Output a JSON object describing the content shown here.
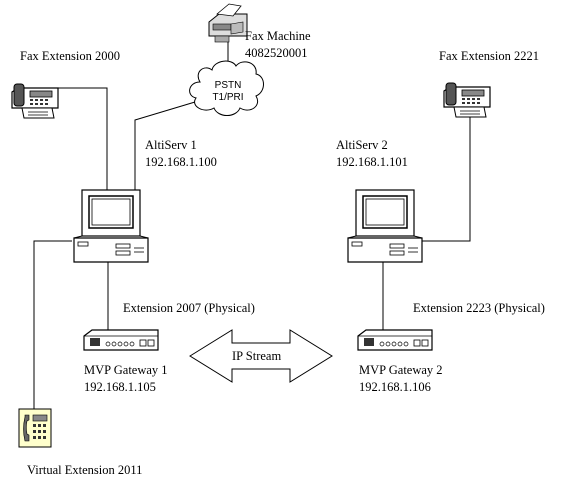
{
  "fax_machine": {
    "label": "Fax Machine",
    "number": "4082520001",
    "icon": "fax-machine-icon"
  },
  "pstn": {
    "line1": "PSTN",
    "line2": "T1/PRI",
    "icon": "cloud-icon"
  },
  "fax_ext_left": {
    "label": "Fax Extension 2000",
    "icon": "fax-icon"
  },
  "fax_ext_right": {
    "label": "Fax Extension 2221",
    "icon": "fax-icon"
  },
  "altiserv1": {
    "name": "AltiServ 1",
    "ip": "192.168.1.100",
    "icon": "computer-icon"
  },
  "altiserv2": {
    "name": "AltiServ 2",
    "ip": "192.168.1.101",
    "icon": "computer-icon"
  },
  "ext_left": {
    "label": "Extension 2007 (Physical)"
  },
  "ext_right": {
    "label": "Extension 2223 (Physical)"
  },
  "gateway1": {
    "name": "MVP Gateway 1",
    "ip": "192.168.1.105",
    "icon": "gateway-icon"
  },
  "gateway2": {
    "name": "MVP Gateway 2",
    "ip": "192.168.1.106",
    "icon": "gateway-icon"
  },
  "ip_stream": {
    "label": "IP Stream"
  },
  "virtual_ext": {
    "label": "Virtual Extension 2011",
    "icon": "phone-icon"
  },
  "colors": {
    "line": "#000000",
    "cloud": "#ffffff",
    "phone_fill": "#ffffcc"
  }
}
